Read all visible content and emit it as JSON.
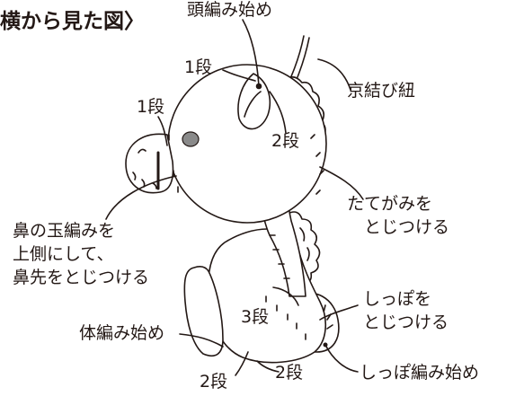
{
  "diagram": {
    "title": "横から見た図〉",
    "colors": {
      "line": "#231815",
      "fill": "#ffffff",
      "eye": "#8a8a8a"
    },
    "labels": {
      "head_start": "頭編み始め",
      "row1_ear": "1段",
      "kyomusubi_cord": "京結び紐",
      "row1_nose": "1段",
      "row2_ear": "2段",
      "mane_attach": [
        "たてがみを",
        "とじつける"
      ],
      "nose_note": [
        "鼻の玉編みを",
        "上側にして、",
        "鼻先をとじつける"
      ],
      "row3_body": "3段",
      "tail_attach": [
        "しっぽを",
        "とじつける"
      ],
      "body_start": "体編み始め",
      "tail_start": "しっぽ編み始め",
      "row2_bottom_left": "2段",
      "row2_bottom_right": "2段"
    }
  }
}
